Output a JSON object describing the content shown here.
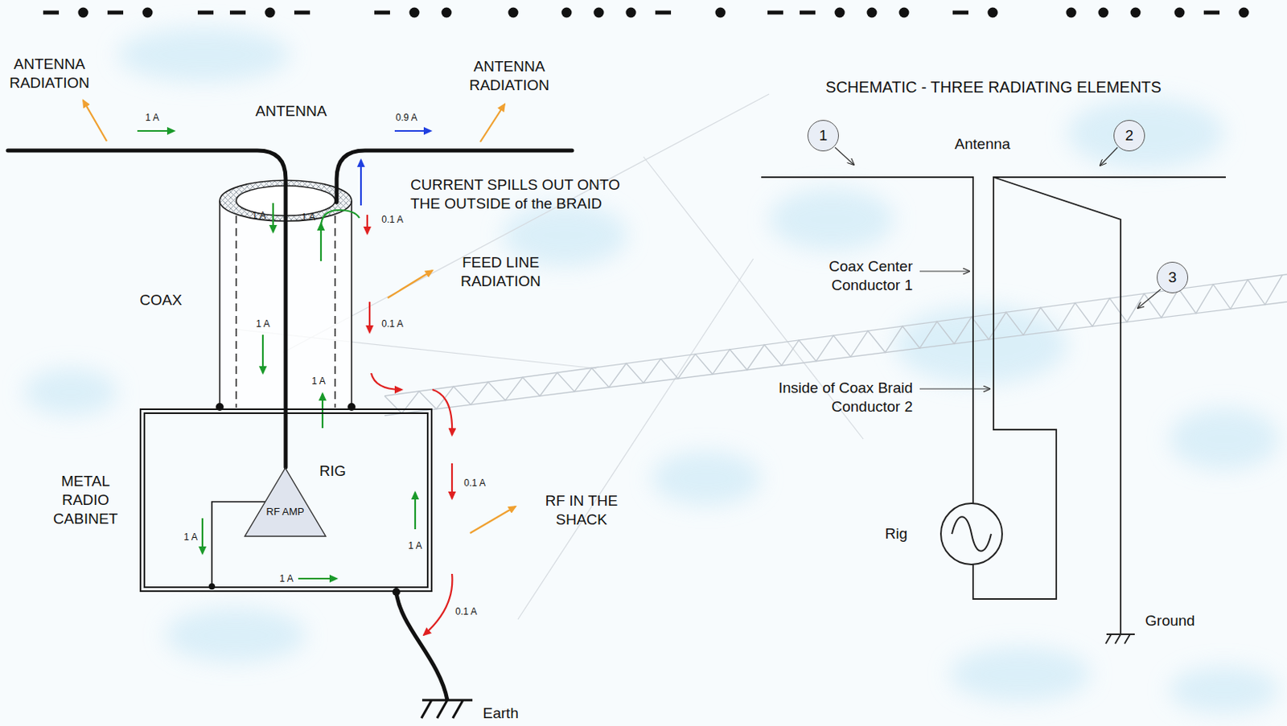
{
  "diagram": {
    "nodes": [
      {
        "text": [
          "METAL RADIO CABINET",
          "RIG"
        ]
      },
      {
        "text": [
          "RF AMP"
        ],
        "in": 0
      },
      {
        "text": [
          "1"
        ]
      },
      {
        "text": [
          "2"
        ]
      },
      {
        "text": [
          "3"
        ]
      }
    ],
    "labels": [
      "ANTENNA RADIATION",
      "1 A",
      "ANTENNA",
      "0.9 A",
      "ANTENNA RADIATION",
      "CURRENT SPILLS OUT ONTO THE OUTSIDE of the BRAID",
      "1 A",
      "1 A",
      "0.1 A",
      "FEED LINE RADIATION",
      "COAX",
      "1 A",
      "0.1 A",
      "1 A",
      "0.1 A",
      "RF IN THE SHACK",
      "1 A",
      "1 A",
      "1 A",
      "0.1 A",
      "Earth",
      "SCHEMATIC - THREE RADIATING ELEMENTS",
      "Antenna",
      "Coax Center Conductor 1",
      "Inside of Coax Braid Conductor 2",
      "Rig",
      "Ground"
    ]
  }
}
